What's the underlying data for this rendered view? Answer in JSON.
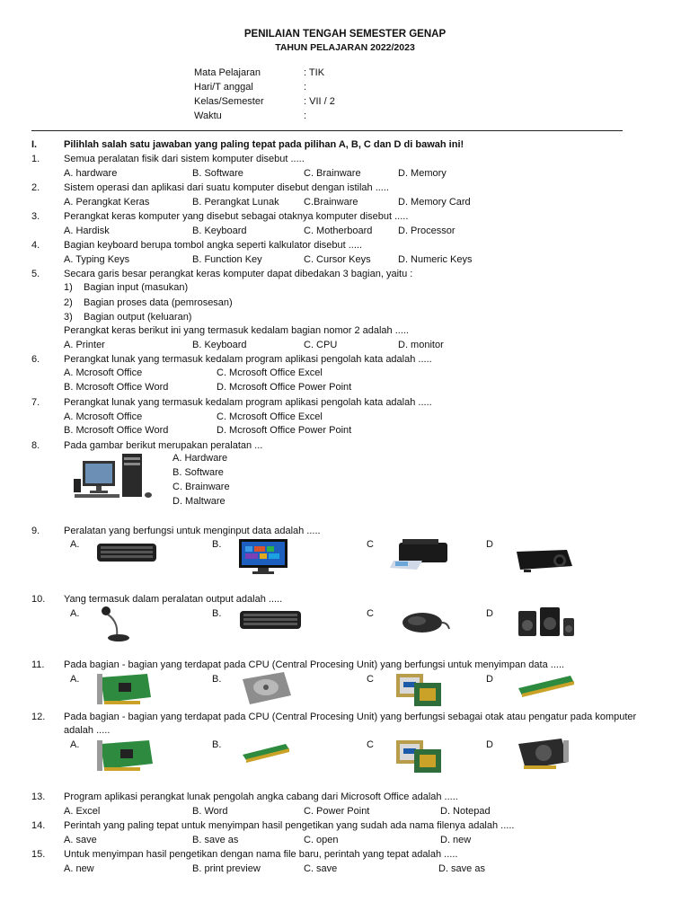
{
  "header": {
    "title": "PENILAIAN TENGAH SEMESTER GENAP",
    "subtitle": "TAHUN PELAJARAN 2022/2023",
    "fields": [
      {
        "label": "Mata Pelajaran",
        "value": ": TIK"
      },
      {
        "label": "Hari/T anggal",
        "value": ":"
      },
      {
        "label": "Kelas/Semester",
        "value": ": VII / 2"
      },
      {
        "label": "Waktu",
        "value": ":"
      }
    ]
  },
  "section": {
    "num": "I.",
    "instruction": "Pilihlah salah satu jawaban yang paling tepat pada pilihan A, B, C dan D di bawah ini!"
  },
  "q1": {
    "num": "1.",
    "text": "Semua peralatan fisik dari sistem komputer disebut .....",
    "a": "A. hardware",
    "b": "B. Software",
    "c": "C. Brainware",
    "d": "D. Memory"
  },
  "q2": {
    "num": "2.",
    "text": "Sistem operasi dan aplikasi dari suatu komputer disebut dengan istilah .....",
    "a": "A. Perangkat Keras",
    "b": "B. Perangkat Lunak",
    "c": "C.Brainware",
    "d": "D. Memory Card"
  },
  "q3": {
    "num": "3.",
    "text": "Perangkat keras komputer yang disebut sebagai otaknya komputer disebut .....",
    "a": "A. Hardisk",
    "b": "B. Keyboard",
    "c": "C. Motherboard",
    "d": "D. Processor"
  },
  "q4": {
    "num": "4.",
    "text": "Bagian keyboard berupa tombol angka seperti kalkulator disebut .....",
    "a": "A. Typing Keys",
    "b": "B. Function Key",
    "c": "C. Cursor Keys",
    "d": "D. Numeric Keys"
  },
  "q5": {
    "num": "5.",
    "text": "Secara garis besar perangkat keras komputer dapat dibedakan 3 bagian, yaitu :",
    "items": [
      {
        "n": "1)",
        "t": "Bagian input (masukan)"
      },
      {
        "n": "2)",
        "t": "Bagian proses data (pemrosesan)"
      },
      {
        "n": "3)",
        "t": "Bagian output (keluaran)"
      }
    ],
    "text2": "Perangkat keras berikut ini yang termasuk kedalam bagian nomor 2 adalah .....",
    "a": "A. Printer",
    "b": "B. Keyboard",
    "c": "C. CPU",
    "d": "D. monitor"
  },
  "q6": {
    "num": "6.",
    "text": "Perangkat lunak yang termasuk kedalam program aplikasi pengolah kata adalah .....",
    "a": "A. Mcrosoft Office",
    "c": "C. Mcrosoft Office Excel",
    "b": "B. Mcrosoft Office Word",
    "d": "D. Mcrosoft Office Power Point"
  },
  "q7": {
    "num": "7.",
    "text": "Perangkat lunak yang termasuk kedalam program aplikasi pengolah kata adalah .....",
    "a": "A. Mcrosoft Office",
    "c": "C. Mcrosoft Office Excel",
    "b": "B. Mcrosoft Office Word",
    "d": "D. Mcrosoft Office Power Point"
  },
  "q8": {
    "num": "8.",
    "text": "Pada gambar berikut merupakan peralatan ...",
    "a": "A. Hardware",
    "b": "B. Software",
    "c": "C. Brainware",
    "d": "D. Maltware"
  },
  "q9": {
    "num": "9.",
    "text": "Peralatan yang berfungsi untuk menginput data adalah .....",
    "a": "A.",
    "b": "B.",
    "c": "C",
    "d": "D"
  },
  "q10": {
    "num": "10.",
    "text": "Yang termasuk dalam peralatan output adalah .....",
    "a": "A.",
    "b": "B.",
    "c": "C",
    "d": "D"
  },
  "q11": {
    "num": "11.",
    "text": "Pada bagian - bagian yang terdapat pada CPU (Central Procesing Unit) yang berfungsi untuk menyimpan data .....",
    "a": "A.",
    "b": "B.",
    "c": "C",
    "d": "D"
  },
  "q12": {
    "num": "12.",
    "text": "Pada bagian - bagian yang terdapat pada CPU (Central Procesing Unit) yang berfungsi sebagai otak atau pengatur pada komputer",
    "text2": "adalah .....",
    "a": "A.",
    "b": "B.",
    "c": "C",
    "d": "D"
  },
  "q13": {
    "num": "13.",
    "text": "Program aplikasi perangkat lunak pengolah angka cabang dari Microsoft Office adalah .....",
    "a": "A. Excel",
    "b": "B. Word",
    "c": "C. Power Point",
    "d": "D. Notepad"
  },
  "q14": {
    "num": "14.",
    "text": "Perintah yang paling tepat untuk menyimpan hasil pengetikan yang sudah ada nama filenya adalah .....",
    "a": "A. save",
    "b": "B. save as",
    "c": "C. open",
    "d": "D. new"
  },
  "q15": {
    "num": "15.",
    "text": "Untuk menyimpan hasil pengetikan dengan nama file baru, perintah yang tepat adalah .....",
    "a": "A. new",
    "b": "B. print preview",
    "c": "C. save",
    "d": "D. save as"
  }
}
